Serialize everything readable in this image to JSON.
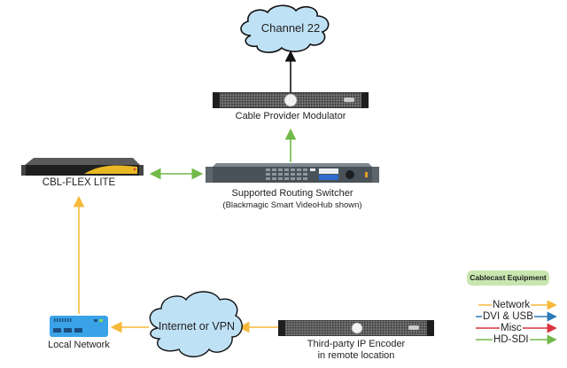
{
  "nodes": {
    "channel": {
      "label": "Channel 22"
    },
    "modulator": {
      "label": "Cable Provider Modulator"
    },
    "cbl_flex": {
      "label": "CBL-FLEX LITE"
    },
    "switcher": {
      "label": "Supported Routing Switcher",
      "sublabel": "(Blackmagic Smart VideoHub shown)"
    },
    "internet": {
      "label": "Internet or VPN"
    },
    "local_network": {
      "label": "Local Network"
    },
    "encoder": {
      "label": "Third-party IP Encoder",
      "sublabel": "in remote location"
    }
  },
  "legend": {
    "title": "Cablecast Equipment",
    "items": [
      {
        "label": "Network",
        "color": "#f6b93b"
      },
      {
        "label": "DVI & USB",
        "color": "#2a7ab9"
      },
      {
        "label": "Misc",
        "color": "#d9343f"
      },
      {
        "label": "HD-SDI",
        "color": "#72b84a"
      }
    ]
  },
  "colors": {
    "network": "#f6b93b",
    "hdsdi": "#72b84a",
    "black": "#111111",
    "cloud_fill": "#bfe1f5",
    "cbl_fill": "#cfeab8"
  },
  "connections": [
    {
      "from": "modulator",
      "to": "channel",
      "type": "black"
    },
    {
      "from": "switcher",
      "to": "modulator",
      "type": "hdsdi"
    },
    {
      "from": "cbl_flex",
      "to": "switcher",
      "type": "hdsdi",
      "bidirectional": true
    },
    {
      "from": "local_network",
      "to": "cbl_flex",
      "type": "network"
    },
    {
      "from": "internet",
      "to": "local_network",
      "type": "network"
    },
    {
      "from": "encoder",
      "to": "internet",
      "type": "network"
    }
  ]
}
